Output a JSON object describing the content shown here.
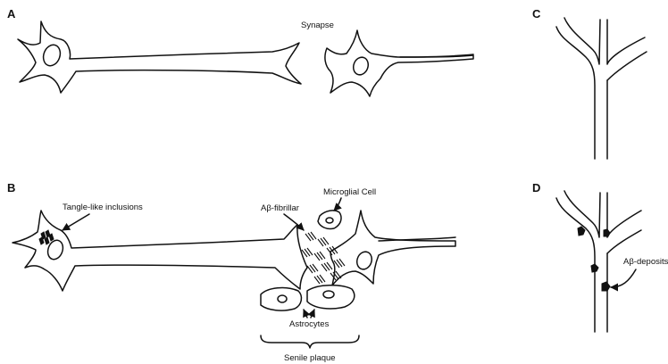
{
  "panels": {
    "a": "A",
    "b": "B",
    "c": "C",
    "d": "D"
  },
  "labels": {
    "synapse": "Synapse",
    "tangle": "Tangle-like inclusions",
    "abeta_fibrillar": "Aβ-fibrillar",
    "microglial": "Microglial Cell",
    "astrocytes": "Astrocytes",
    "senile_plaque": "Senile plaque",
    "abeta_deposits": "Aβ-deposits"
  },
  "colors": {
    "line": "#111111",
    "background": "#ffffff"
  }
}
